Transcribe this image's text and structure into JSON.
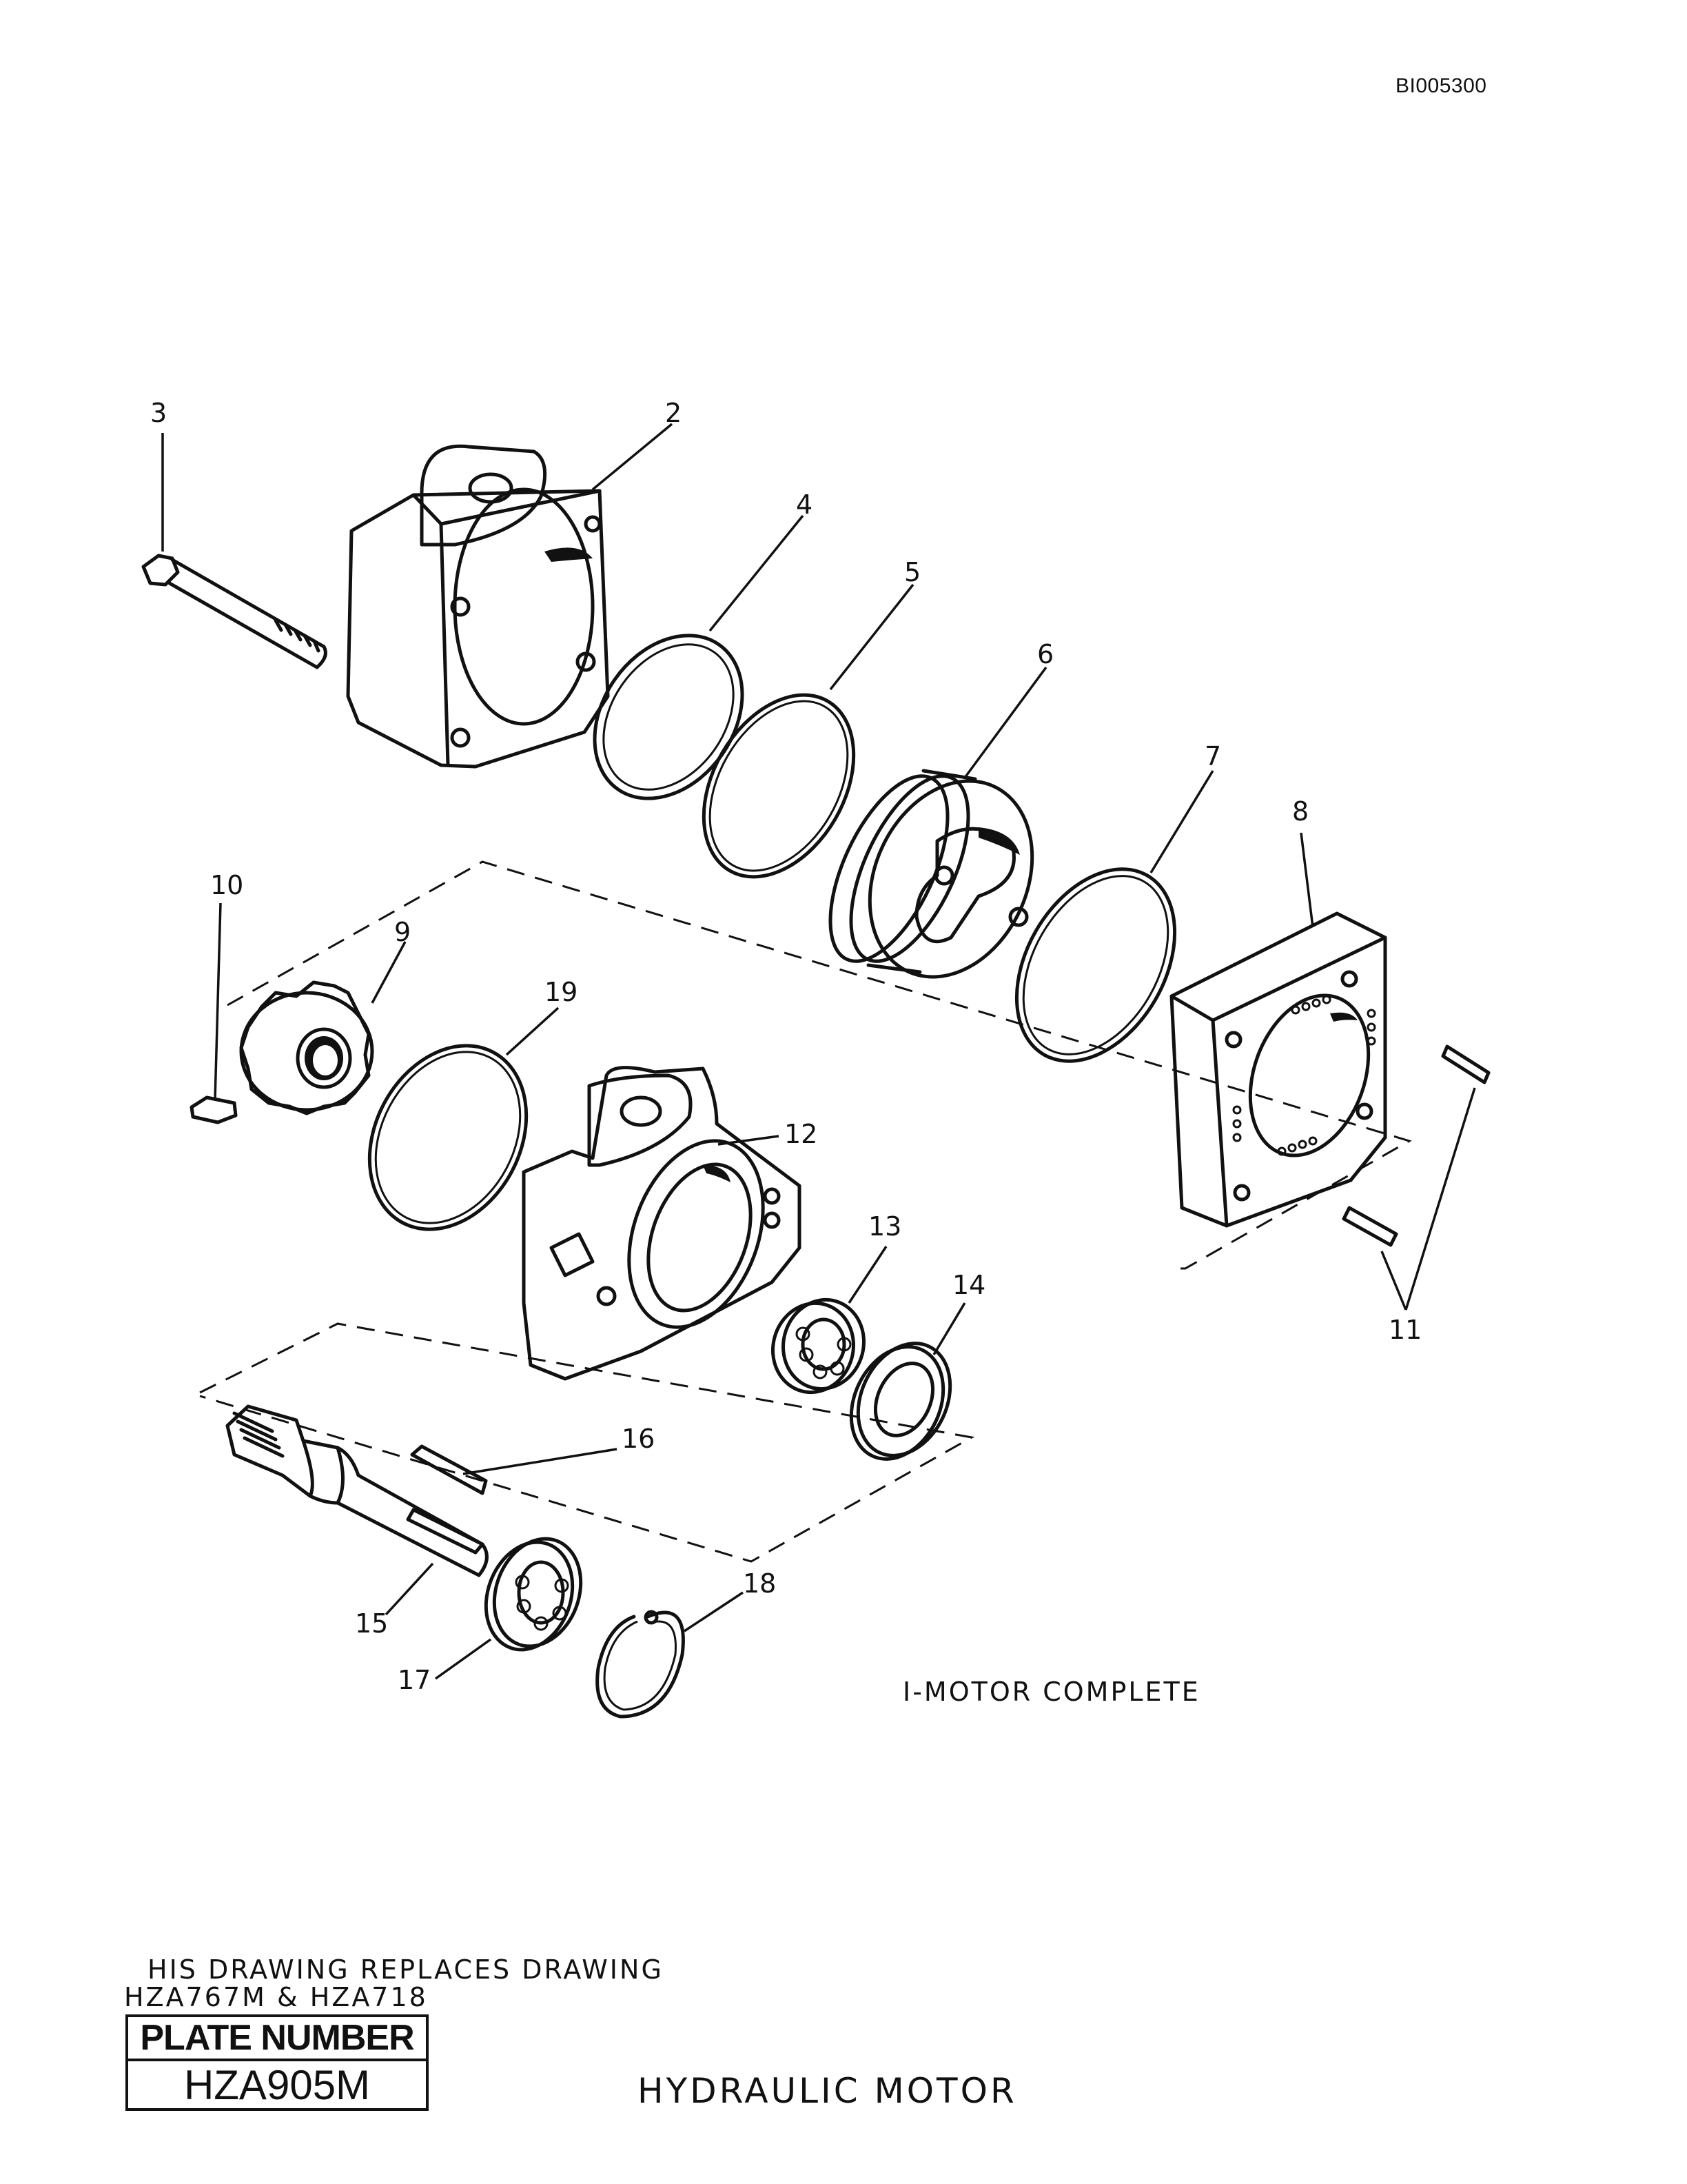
{
  "document_id": "BI005300",
  "callouts": [
    {
      "id": "1",
      "label": "3"
    },
    {
      "id": "2",
      "label": "2"
    },
    {
      "id": "3",
      "label": "4"
    },
    {
      "id": "4",
      "label": "5"
    },
    {
      "id": "5",
      "label": "6"
    },
    {
      "id": "6",
      "label": "7"
    },
    {
      "id": "7",
      "label": "8"
    },
    {
      "id": "8",
      "label": "10"
    },
    {
      "id": "9",
      "label": "9"
    },
    {
      "id": "10",
      "label": "19"
    },
    {
      "id": "11",
      "label": "12"
    },
    {
      "id": "12",
      "label": "13"
    },
    {
      "id": "13",
      "label": "14"
    },
    {
      "id": "14",
      "label": "11"
    },
    {
      "id": "15",
      "label": "16"
    },
    {
      "id": "16",
      "label": "15"
    },
    {
      "id": "17",
      "label": "17"
    },
    {
      "id": "18",
      "label": "18"
    }
  ],
  "assembly_note": "I-MOTOR COMPLETE",
  "replacement_note_line1": "HIS DRAWING REPLACES DRAWING",
  "replacement_note_line2": "HZA767M & HZA718",
  "plate_label": "PLATE NUMBER",
  "plate_number": "HZA905M",
  "drawing_title": "HYDRAULIC MOTOR"
}
